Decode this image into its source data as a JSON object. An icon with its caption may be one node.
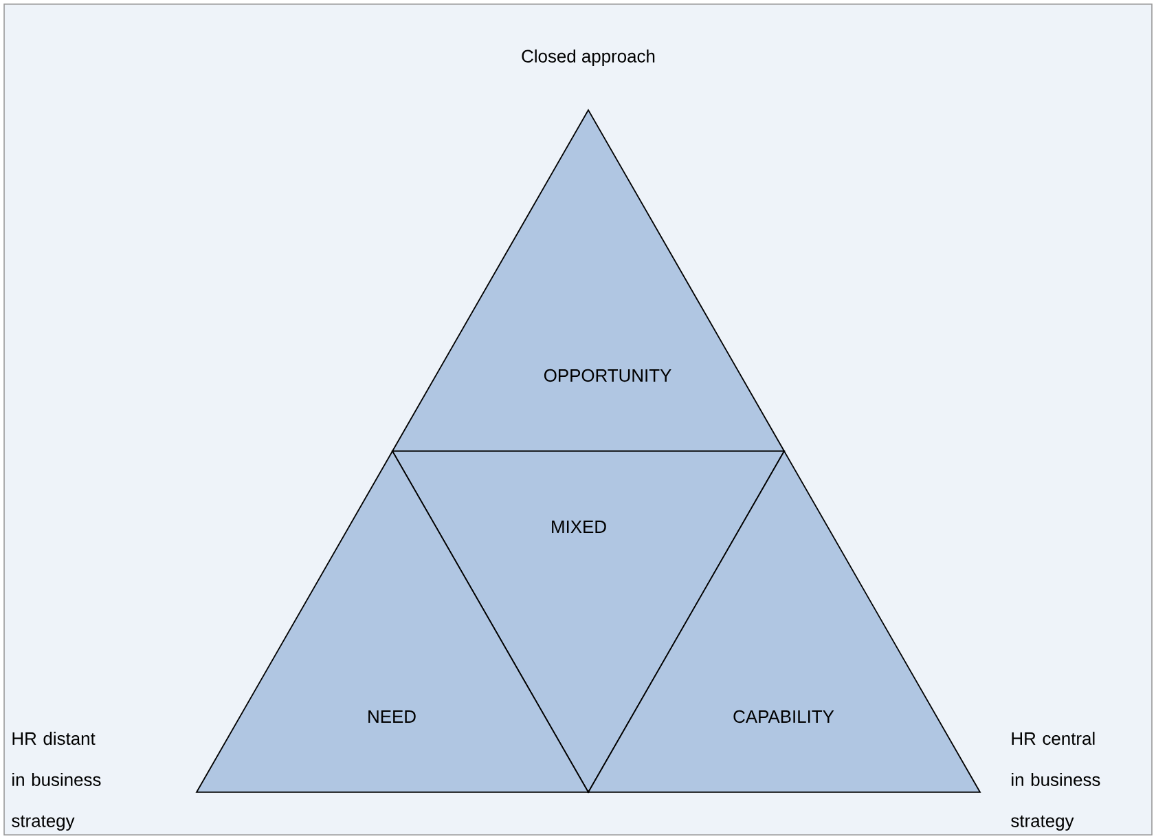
{
  "diagram": {
    "nodes": [
      {
        "text": [
          "OPPORTUNITY"
        ]
      },
      {
        "text": [
          "MIXED"
        ]
      },
      {
        "text": [
          "NEED"
        ]
      },
      {
        "text": [
          "CAPABILITY"
        ]
      }
    ],
    "labels": [
      "Closed approach",
      "HR distant in business strategy",
      "HR central in business strategy"
    ]
  }
}
